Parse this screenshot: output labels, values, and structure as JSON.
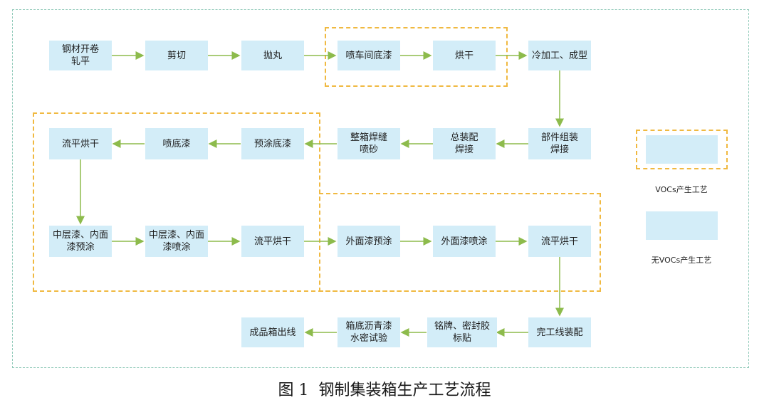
{
  "boxes": {
    "b1": "钢材开卷\n轧平",
    "b2": "剪切",
    "b3": "抛丸",
    "b4": "喷车间底漆",
    "b5": "烘干",
    "b6": "冷加工、成型",
    "b7": "部件组装\n焊接",
    "b8": "总装配\n焊接",
    "b9": "整箱焊缝\n喷砂",
    "b10": "预涂底漆",
    "b11": "喷底漆",
    "b12": "流平烘干",
    "b13": "中层漆、内面\n漆预涂",
    "b14": "中层漆、内面\n漆喷涂",
    "b15": "流平烘干",
    "b16": "外面漆预涂",
    "b17": "外面漆喷涂",
    "b18": "流平烘干",
    "b19": "完工线装配",
    "b20": "铭牌、密封胶\n标贴",
    "b21": "箱底沥青漆\n水密试验",
    "b22": "成品箱出线"
  },
  "legend": {
    "vocs_label": "VOCs产生工艺",
    "no_vocs_label": "无VOCs产生工艺"
  },
  "caption": "图 1  钢制集装箱生产工艺流程",
  "colors": {
    "box_fill": "#d3edf8",
    "voc_border": "#f0b941",
    "arrow": "#8dbb4c",
    "frame": "#8fc9b8"
  }
}
